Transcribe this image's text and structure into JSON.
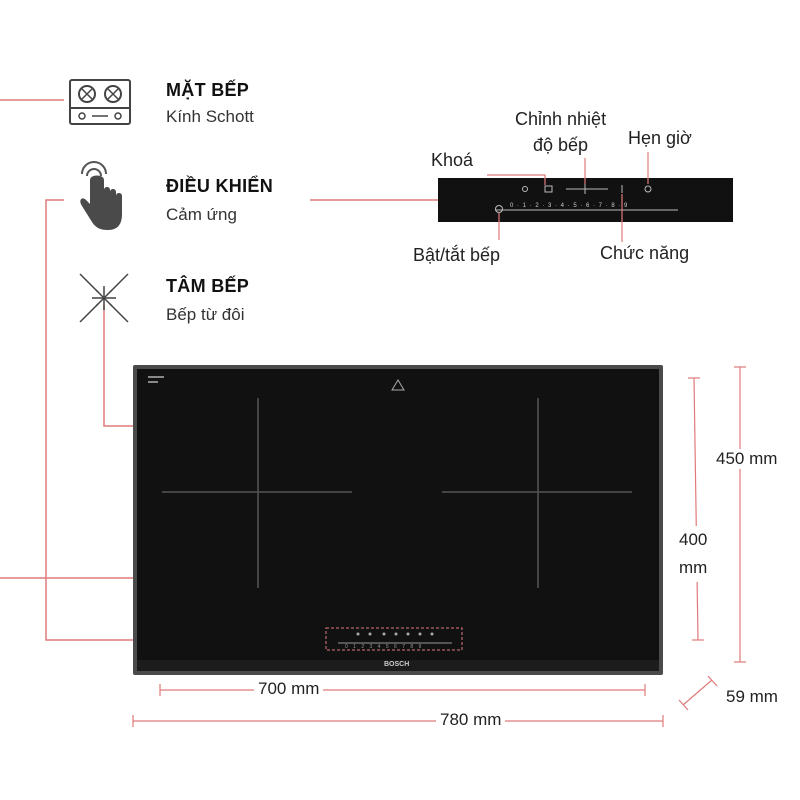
{
  "features": [
    {
      "title": "MẶT BẾP",
      "subtitle": "Kính Schott",
      "icon": "cooktop-icon"
    },
    {
      "title": "ĐIỀU KHIỂN",
      "subtitle": "Cảm ứng",
      "icon": "touch-hand-icon"
    },
    {
      "title": "TÂM BẾP",
      "subtitle": "Bếp từ đôi",
      "icon": "induction-center-icon"
    }
  ],
  "control_panel": {
    "labels": {
      "lock": "Khoá",
      "temperature": "Chỉnh nhiệt\nđộ bếp",
      "timer": "Hẹn giờ",
      "power": "Bật/tắt bếp",
      "function": "Chức năng"
    },
    "scale": "0 · 1 · 2 · 3 · 4 · 5 · 6 · 7 · 8 · 9"
  },
  "cooktop": {
    "brand": "BOSCH",
    "marks": "0 1 2 3 4 5 6 7 8 9"
  },
  "dimensions": {
    "inner_width": "700 mm",
    "outer_width": "780 mm",
    "outer_depth": "450 mm",
    "inner_depth": "400\nmm",
    "height": "59 mm"
  },
  "colors": {
    "accent_line": "#e07a7a",
    "glass": "#111111",
    "frame": "#4a4a4a"
  }
}
